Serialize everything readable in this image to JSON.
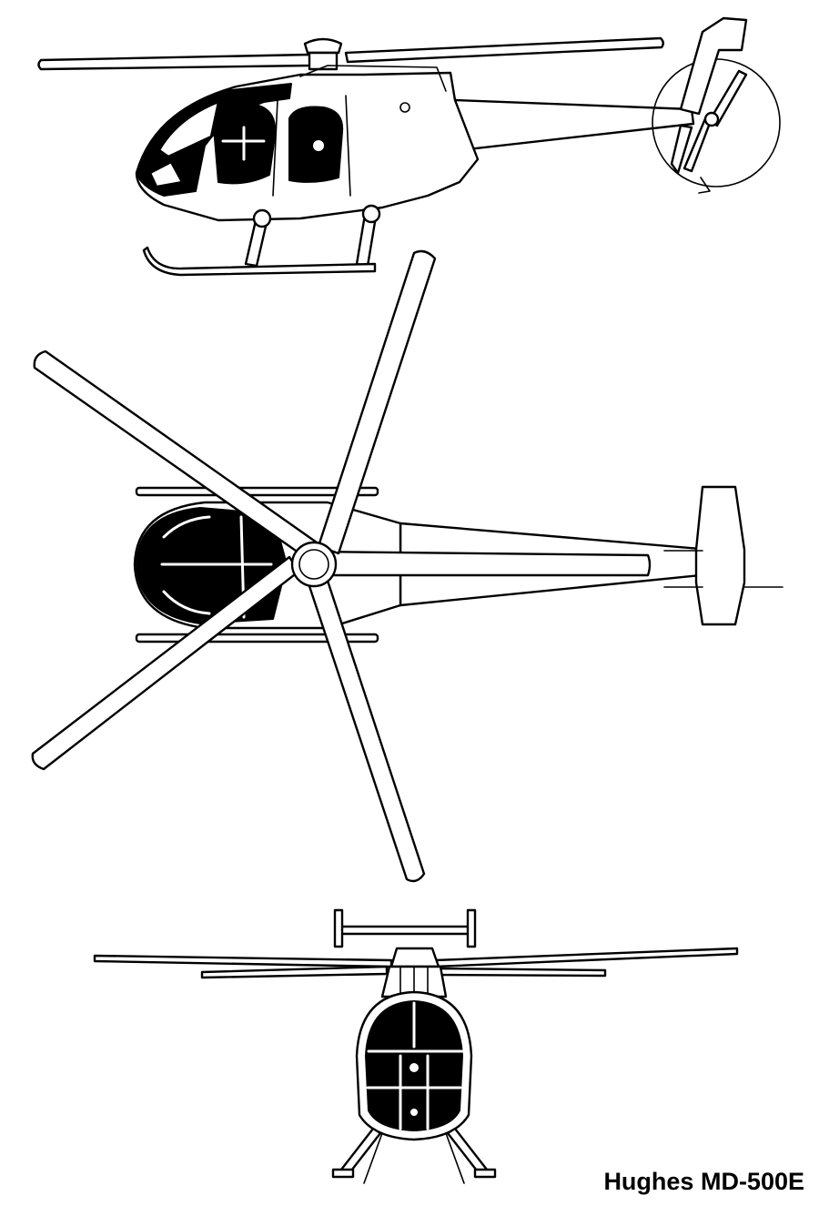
{
  "caption": "Hughes MD-500E",
  "views": [
    {
      "id": "side"
    },
    {
      "id": "top"
    },
    {
      "id": "front"
    }
  ],
  "colors": {
    "line": "#000000",
    "background": "#ffffff"
  }
}
